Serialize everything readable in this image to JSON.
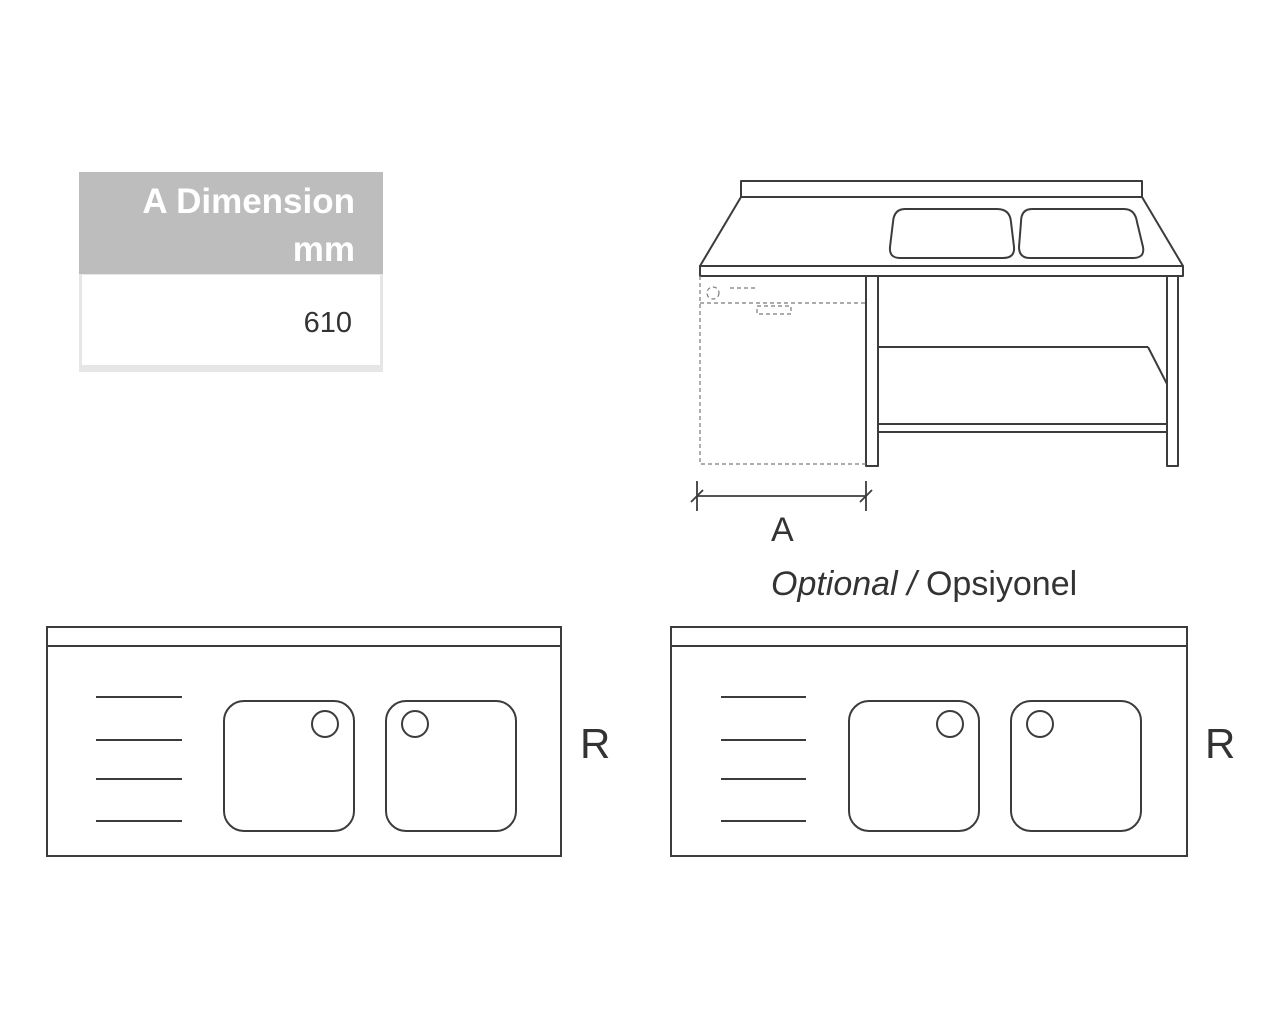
{
  "dimension_table": {
    "header_line1": "A Dimension",
    "header_line2": "mm",
    "value": "610"
  },
  "elevation": {
    "dimension_label": "A",
    "optional_label": "Optional",
    "separator": " / ",
    "optional_label_tr": "Opsiyonel"
  },
  "top_views": [
    {
      "side_label": "R"
    },
    {
      "side_label": "R"
    }
  ],
  "colors": {
    "line": "#3c3c3c",
    "header_bg": "#bdbdbd",
    "header_text": "#ffffff",
    "dashed": "#7a7a7a"
  }
}
